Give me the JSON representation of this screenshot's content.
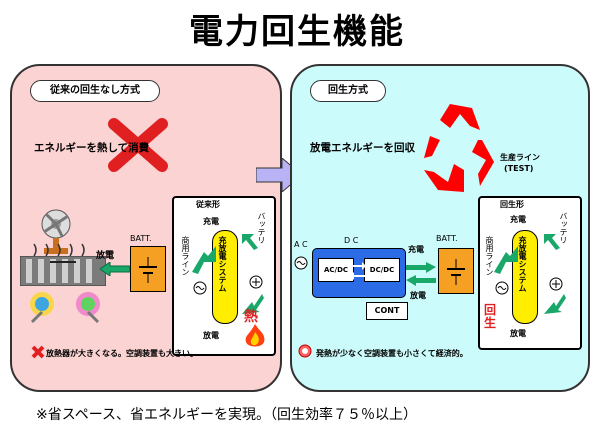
{
  "title": "電力回生機能",
  "left": {
    "pill": "従来の回生なし方式",
    "heat_text": "エネルギーを熱して消費",
    "system_title": "従来形",
    "system_label": "充放電システム",
    "charge": "充電",
    "discharge": "放電",
    "commercial_line": "商用ライン",
    "battery": "バッテリ",
    "heat": "熱",
    "batt_label": "BATT.",
    "discharge_left": "放電",
    "note": "放熱器が大きくなる。空調装置も大きい。"
  },
  "right": {
    "pill": "回生方式",
    "regen_text": "放電エネルギーを回収",
    "production_line_1": "生産ライン",
    "production_line_2": "(TEST)",
    "system_title": "回生形",
    "system_label": "充放電システム",
    "charge": "充電",
    "discharge": "放電",
    "commercial_line": "商用ライン",
    "battery": "バッテリ",
    "regen": "回生",
    "ac": "A C",
    "dc": "D C",
    "acdc": "AC/DC",
    "dcdc": "DC/DC",
    "cont": "CONT",
    "batt_label": "BATT.",
    "charge_mid": "充電",
    "discharge_mid": "放電",
    "note": "発熱が少なく空調装置も小さくて経済的。"
  },
  "footer": "※省スペース、省エネルギーを実現。（回生効率７５％以上）",
  "colors": {
    "left_panel": "#fcd3d3",
    "right_panel": "#ccfbfb",
    "recycle": "#ff0000",
    "arrow_green": "#1aa86a"
  }
}
